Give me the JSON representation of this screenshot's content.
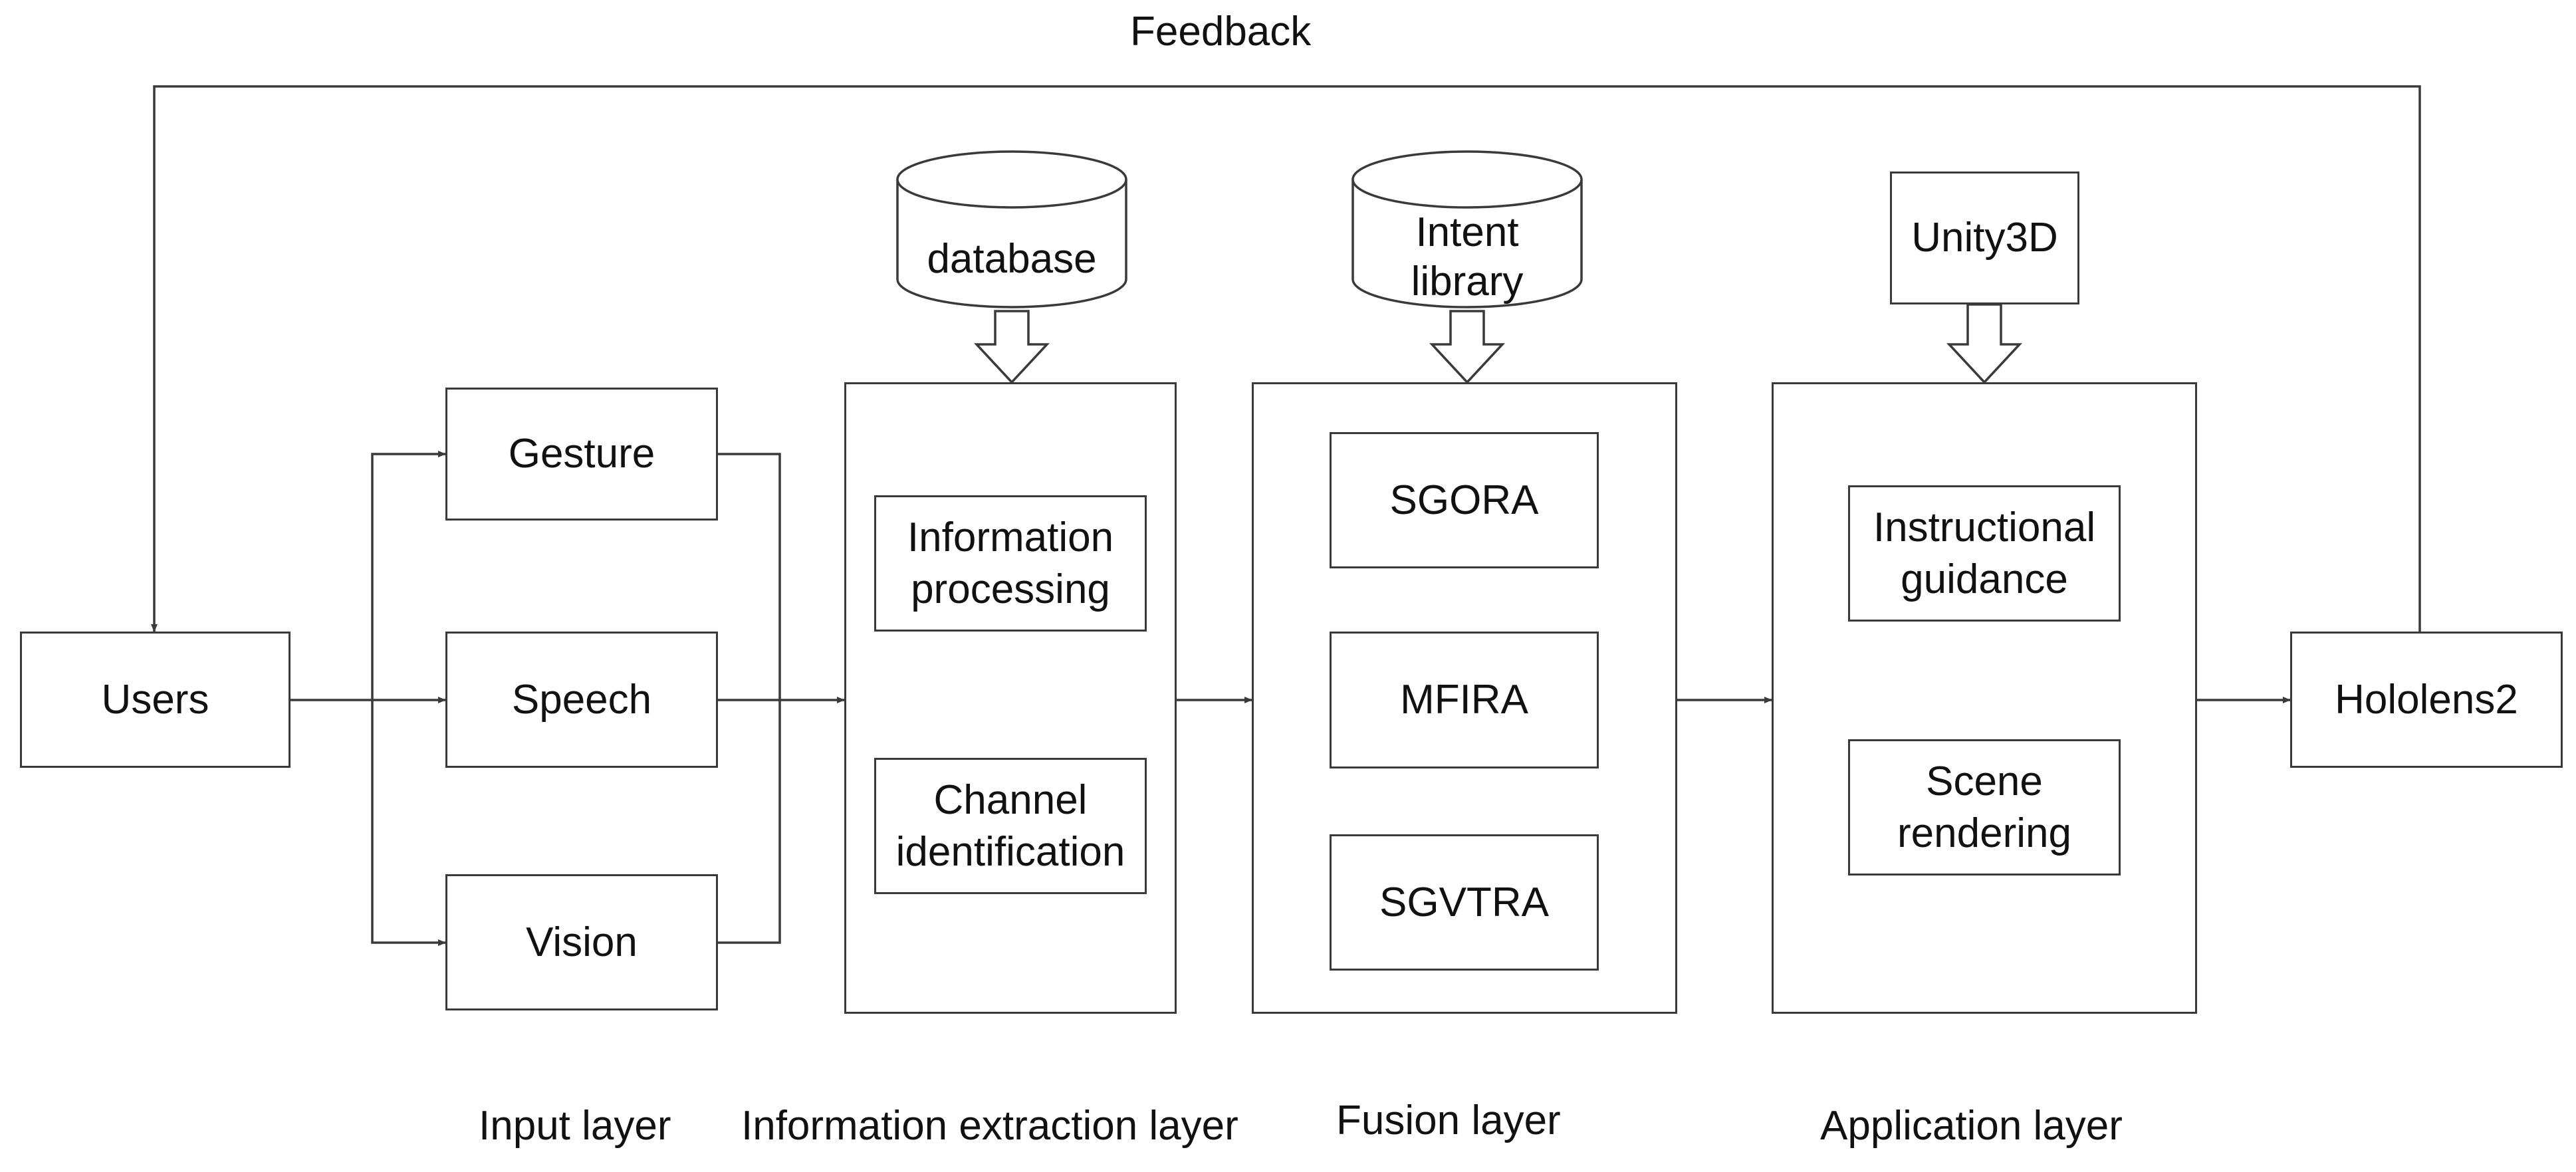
{
  "feedback_label": "Feedback",
  "nodes": {
    "users": "Users",
    "gesture": "Gesture",
    "speech": "Speech",
    "vision": "Vision",
    "info_processing": "Information\nprocessing",
    "channel_identification": "Channel\nidentification",
    "sgora": "SGORA",
    "mfira": "MFIRA",
    "sgvtra": "SGVTRA",
    "instructional_guidance": "Instructional\nguidance",
    "scene_rendering": "Scene\nrendering",
    "hololens": "Hololens2"
  },
  "resources": {
    "database": "database",
    "intent_library": "Intent\nlibrary",
    "unity": "Unity3D"
  },
  "layers": {
    "input": "Input layer",
    "extraction": "Information extraction layer",
    "fusion": "Fusion layer",
    "application": "Application layer"
  },
  "colors": {
    "line": "#3a3a3a",
    "background": "#ffffff",
    "text": "#111111"
  }
}
